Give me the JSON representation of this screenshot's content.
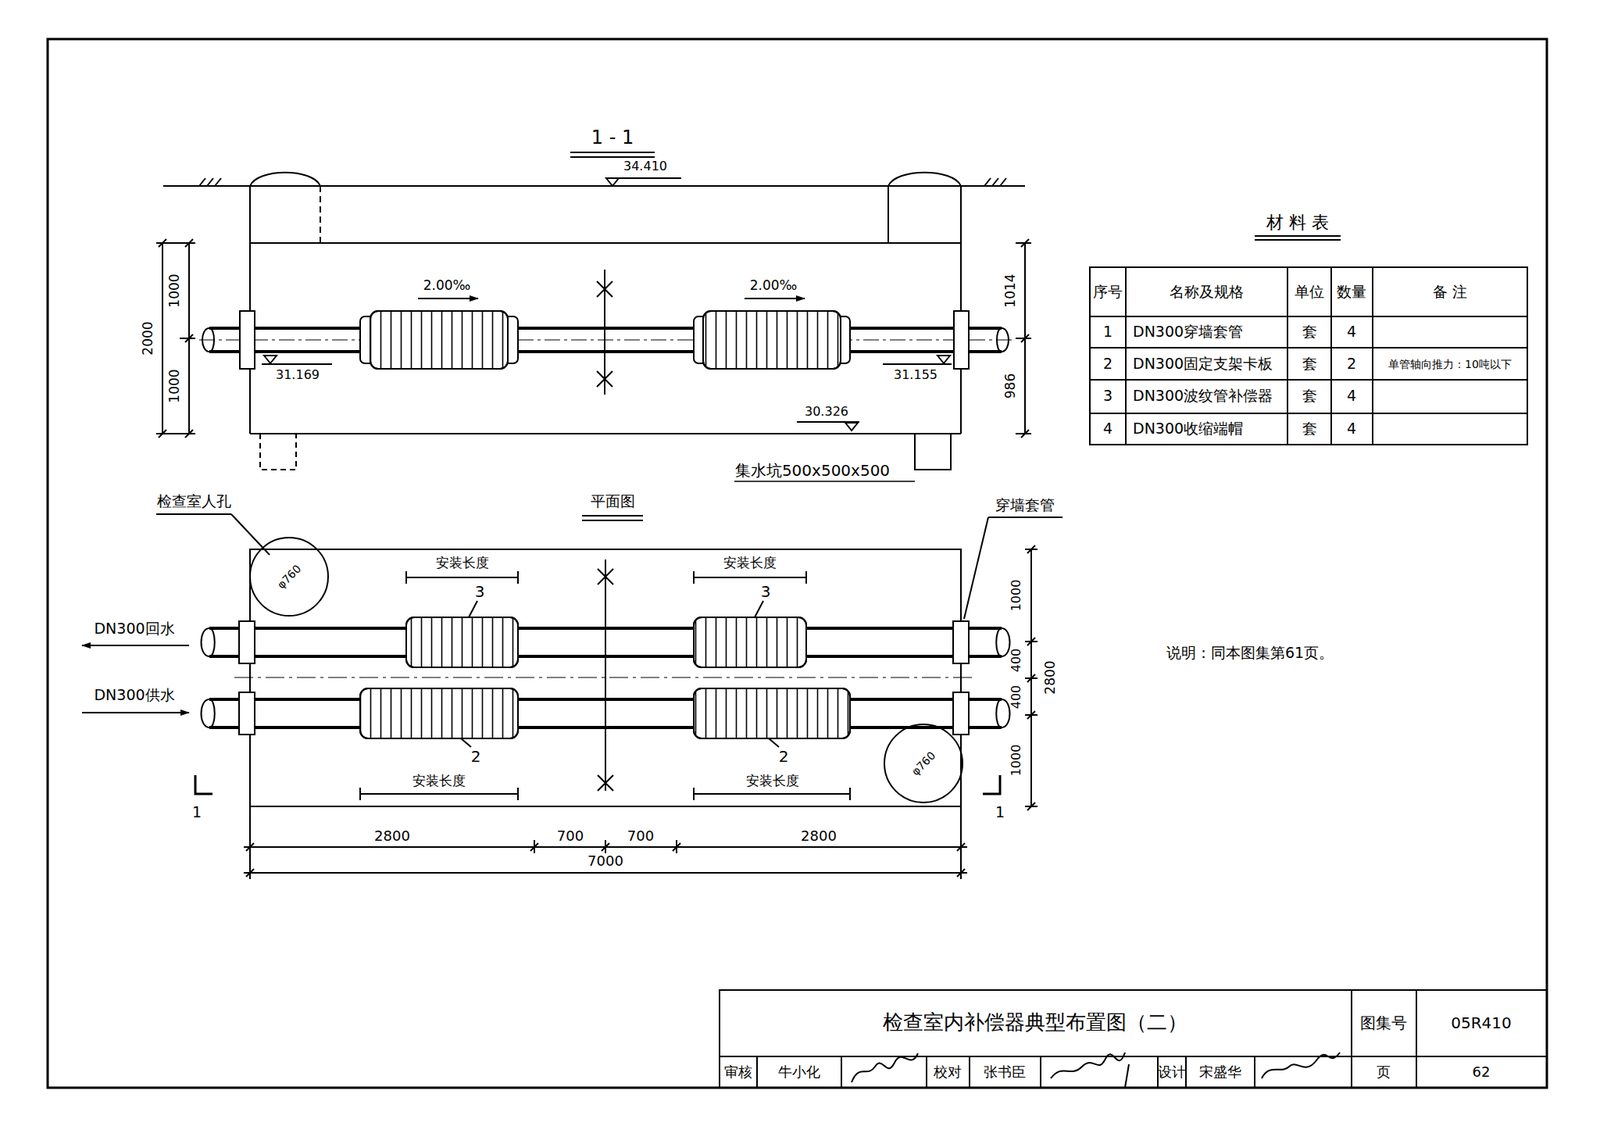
{
  "diagram": {
    "title": "检查室内补偿器典型布置图（二）",
    "labels": [
      "1 - 1",
      "34.410",
      "2.00‰",
      "2.00‰",
      "1000",
      "2000",
      "1000",
      "1014",
      "986",
      "31.169",
      "31.155",
      "30.326",
      "集水坑500x500x500",
      "材 料 表",
      "序号",
      "名称及规格",
      "单位",
      "数量",
      "备 注",
      "1",
      "DN300穿墙套管",
      "套",
      "4",
      "2",
      "DN300固定支架卡板",
      "套",
      "2",
      "单管轴向推力：10吨以下",
      "3",
      "DN300波纹管补偿器",
      "套",
      "4",
      "4",
      "DN300收缩端帽",
      "套",
      "4",
      "检查室人孔",
      "φ760",
      "平面图",
      "穿墙套管",
      "安装长度",
      "3",
      "安装长度",
      "3",
      "DN300回水",
      "DN300供水",
      "1000",
      "400",
      "400",
      "1000",
      "2800",
      "2",
      "2",
      "安装长度",
      "安装长度",
      "1",
      "1",
      "φ760",
      "2800",
      "700",
      "700",
      "2800",
      "7000",
      "说明：同本图集第61页。",
      "图集号",
      "05R410",
      "审核",
      "牛小化",
      "校对",
      "张书臣",
      "设计",
      "宋盛华",
      "页",
      "62"
    ]
  }
}
